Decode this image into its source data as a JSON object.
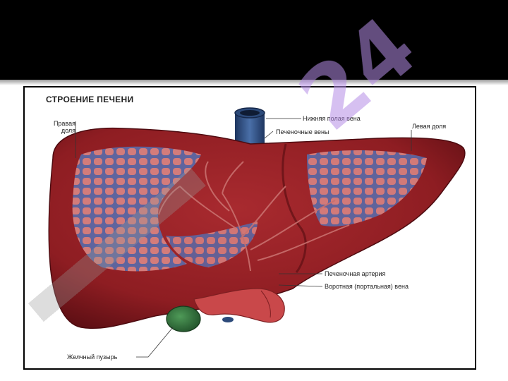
{
  "diagram": {
    "title": "СТРОЕНИЕ ПЕЧЕНИ",
    "labels": {
      "right_lobe_line1": "Правая",
      "right_lobe_line2": "доля",
      "left_lobe": "Левая доля",
      "inferior_vena_cava": "Нижняя полая вена",
      "hepatic_veins": "Печеночные вены",
      "hepatic_artery": "Печеночная артерия",
      "portal_vein": "Воротная (портальная) вена",
      "gallbladder": "Желчный пузырь"
    }
  },
  "watermark": {
    "text": "24",
    "color": "#b48ce6"
  },
  "colors": {
    "liver": "#8e1d22",
    "liver_dark": "#6a1217",
    "lobule": "#d98482",
    "vessel_net": "#5a6aa8",
    "artery": "#c9706e",
    "vena_cava": "#2c4a7a",
    "gallbladder": "#2f6e3a",
    "portal": "#c9484a"
  }
}
